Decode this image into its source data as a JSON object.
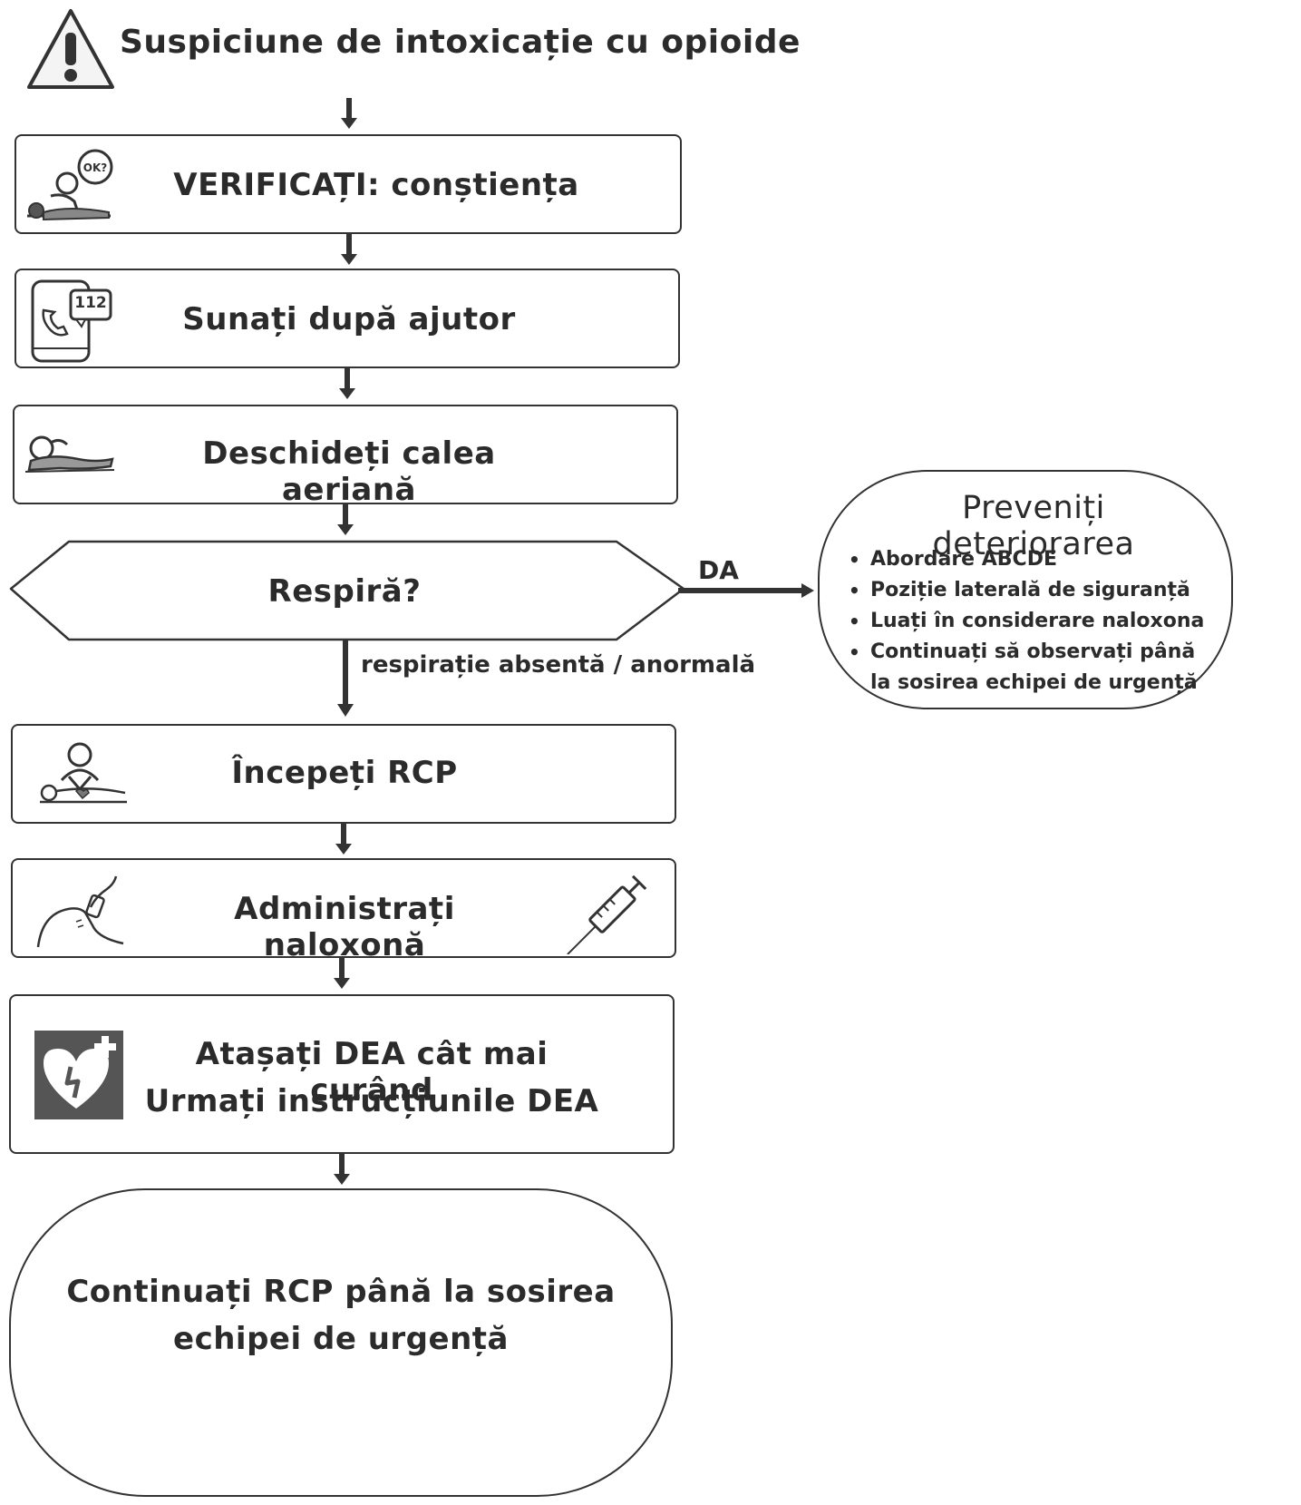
{
  "title": "Suspiciune de intoxicație cu opioide",
  "steps": {
    "check": "VERIFICAȚI: conștiența",
    "call": "Sunați după ajutor",
    "call_badge": "112",
    "airway": "Deschideți calea aeriană",
    "breathing_question": "Respiră?",
    "yes_label": "DA",
    "no_label": "respirație absentă / anormală",
    "cpr": "Începeți RCP",
    "naloxone": "Administrați naloxonă",
    "aed_line1": "Atașați DEA cât mai curând",
    "aed_line2": "Urmați instrucțiunile DEA",
    "final": "Continuați RCP până la sosirea echipei de urgență"
  },
  "side": {
    "title": "Preveniți deteriorarea",
    "items": [
      "Abordare ABCDE",
      "Poziție laterală de siguranță",
      "Luați în considerare naloxona",
      "Continuați să observați până la sosirea echipei de urgență"
    ]
  },
  "icons": {
    "warning": "warning-triangle-icon",
    "check": "person-ok-icon",
    "call": "phone-112-icon",
    "airway": "lying-person-icon",
    "cpr": "cpr-person-icon",
    "naloxone_left": "nasal-spray-icon",
    "naloxone_right": "syringe-icon",
    "aed": "aed-heart-icon"
  },
  "colors": {
    "line": "#333333",
    "text": "#2b2b2b",
    "aed_bg": "#555555"
  }
}
